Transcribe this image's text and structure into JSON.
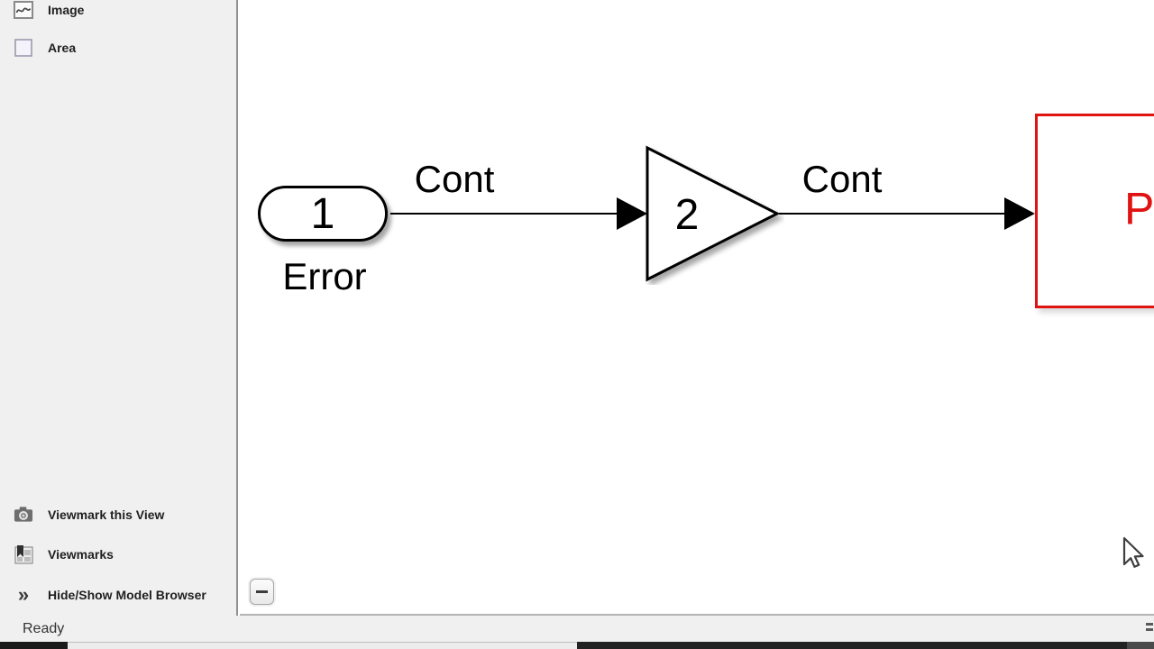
{
  "app": {
    "status": "Ready"
  },
  "sidebar": {
    "items": [
      {
        "label": "Image",
        "icon": "image-icon"
      },
      {
        "label": "Area",
        "icon": "area-icon"
      }
    ],
    "bottom_items": [
      {
        "label": "Viewmark this View",
        "icon": "camera-icon"
      },
      {
        "label": "Viewmarks",
        "icon": "viewmarks-icon"
      },
      {
        "label": "Hide/Show Model Browser",
        "icon": "double-chevron-icon",
        "glyph": "»"
      }
    ]
  },
  "diagram": {
    "inport": {
      "number": "1",
      "name": "Error"
    },
    "gain": {
      "value": "2"
    },
    "plant_block": {
      "visible_label": "P"
    },
    "signal_labels": {
      "first": "Cont",
      "second": "Cont"
    }
  },
  "colors": {
    "plant_block_red": "#e01212",
    "diagram_stroke": "#000000",
    "sidebar_bg": "#f0f0f0"
  }
}
